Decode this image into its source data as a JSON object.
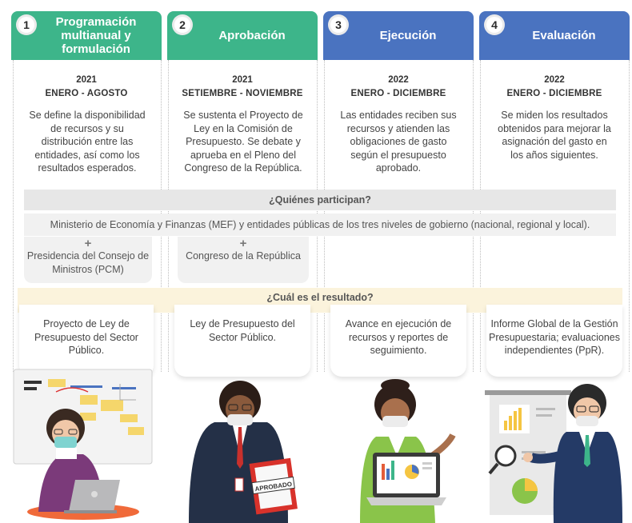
{
  "columns": [
    {
      "number": "1",
      "title": "Programación multianual y formulación",
      "year": "2021",
      "period": "ENERO - AGOSTO",
      "description": "Se define la disponibilidad de recursos y su distribución entre las entidades, así como los resultados esperados.",
      "result": "Proyecto de Ley de Presupuesto del Sector Público.",
      "color": "#3db58a"
    },
    {
      "number": "2",
      "title": "Aprobación",
      "year": "2021",
      "period": "SETIEMBRE - NOVIEMBRE",
      "description": "Se sustenta el Proyecto de Ley en la Comisión de Presupuesto. Se debate y aprueba en el Pleno del Congreso de la República.",
      "result": "Ley de Presupuesto del Sector Público.",
      "color": "#3db58a"
    },
    {
      "number": "3",
      "title": "Ejecución",
      "year": "2022",
      "period": "ENERO - DICIEMBRE",
      "description": "Las entidades reciben sus recursos y atienden las obligaciones de gasto según el presupuesto aprobado.",
      "result": "Avance en ejecución de recursos y reportes de seguimiento.",
      "color": "#4a73c0"
    },
    {
      "number": "4",
      "title": "Evaluación",
      "year": "2022",
      "period": "ENERO - DICIEMBRE",
      "description": "Se miden los resultados obtenidos para mejorar la asignación del gasto en los años siguientes.",
      "result": "Informe Global de la Gestión Presupuestaria; evaluaciones independientes (PpR).",
      "color": "#4a73c0"
    }
  ],
  "participants": {
    "heading": "¿Quiénes participan?",
    "common": "Ministerio de Economía y Finanzas (MEF) y entidades públicas de los tres niveles de gobierno (nacional, regional y local).",
    "extra_1_plus": "+",
    "extra_1": "Presidencia del Consejo de Ministros (PCM)",
    "extra_2_plus": "+",
    "extra_2": "Congreso de la República"
  },
  "result_heading": "¿Cuál es el resultado?",
  "stamp_text": "APROBADO"
}
